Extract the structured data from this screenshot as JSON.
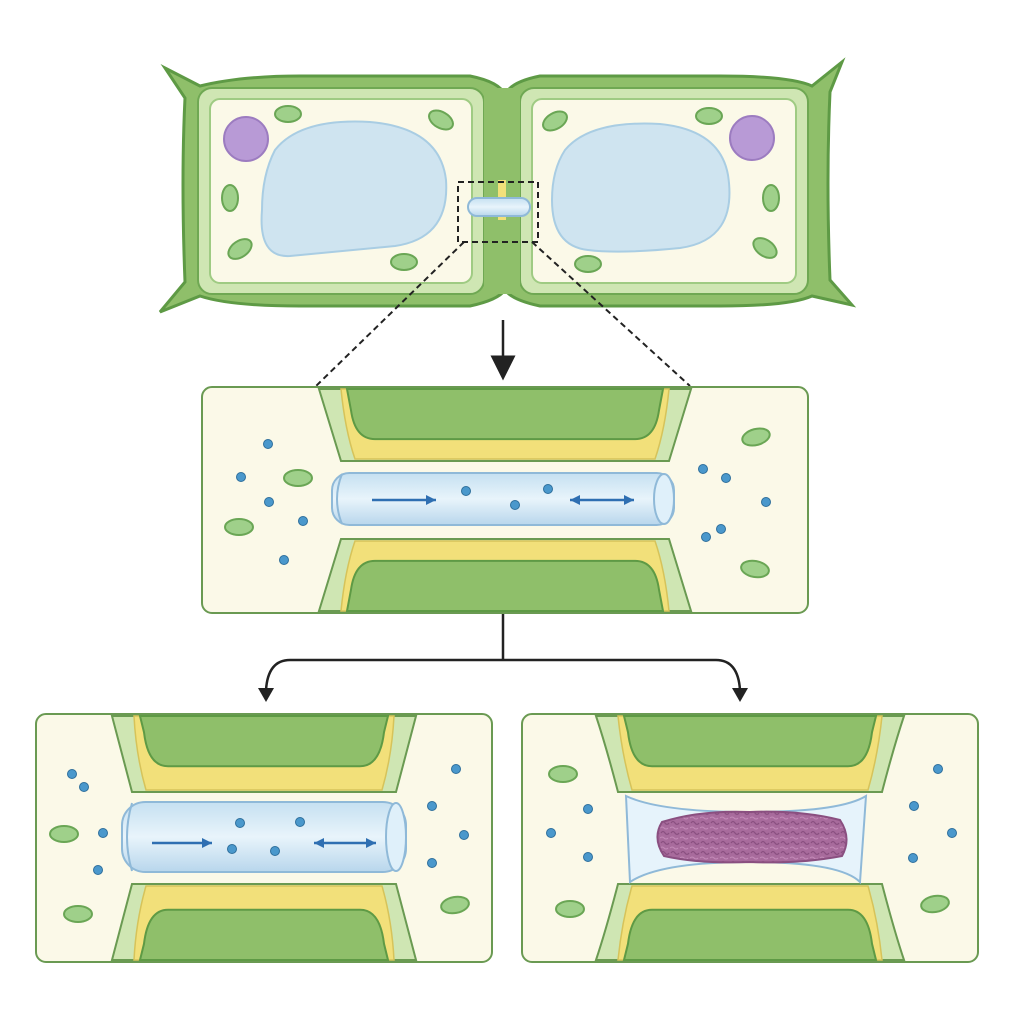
{
  "diagram": {
    "colors": {
      "background": "#ffffff",
      "cell_wall": "#8fbf6a",
      "cell_wall_dark": "#5e9a45",
      "wall_inner": "#cfe6b3",
      "membrane": "#e8f2d8",
      "cytoplasm": "#fbf9e8",
      "vacuole": "#cfe4f0",
      "nucleus": "#b89ad6",
      "chloroplast": "#9fd08a",
      "middle_lamella": "#f2e07a",
      "channel": "#d7ecf7",
      "channel_stroke": "#8fb9d8",
      "molecule": "#4a98cc",
      "arrow_blue": "#2f6fb2",
      "callose": "#a86b9c",
      "frame_stroke": "#6a9a52",
      "connector": "#222222"
    },
    "panels": [
      {
        "id": "overview",
        "label": ""
      },
      {
        "id": "zoom-open",
        "label": ""
      },
      {
        "id": "open-plasmodesma",
        "label": ""
      },
      {
        "id": "blocked-plasmodesma",
        "label": ""
      }
    ]
  }
}
